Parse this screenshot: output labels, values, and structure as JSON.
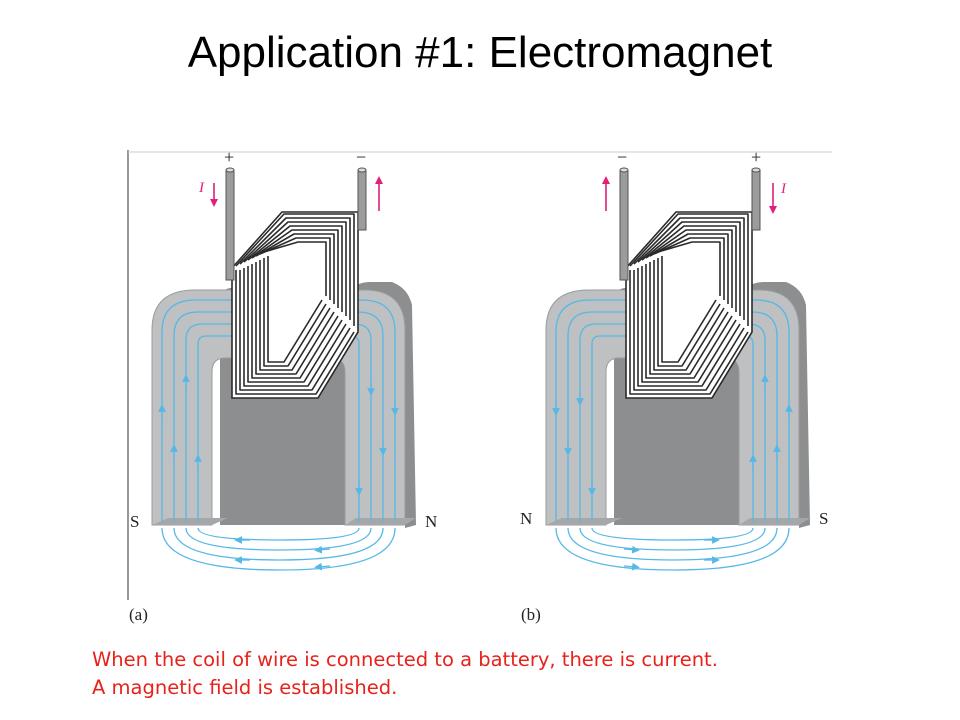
{
  "slide": {
    "title": "Application #1: Electromagnet",
    "caption_line1": "When the coil of wire is connected to a battery, there is current.",
    "caption_line2": "A magnetic field is established."
  },
  "figure": {
    "panel_a": {
      "label": "(a)",
      "left_terminal": "+",
      "right_terminal": "−",
      "current_label": "I",
      "left_pole": "S",
      "right_pole": "N"
    },
    "panel_b": {
      "label": "(b)",
      "left_terminal": "−",
      "right_terminal": "+",
      "current_label": "I",
      "left_pole": "N",
      "right_pole": "S"
    }
  },
  "colors": {
    "caption": "#e8211b",
    "field_lines": "#56b8e6",
    "current_arrow": "#e0207a",
    "core_face": "#bfc0c2",
    "core_side": "#8d8e90",
    "coil_wire": "#2a2a2a"
  }
}
